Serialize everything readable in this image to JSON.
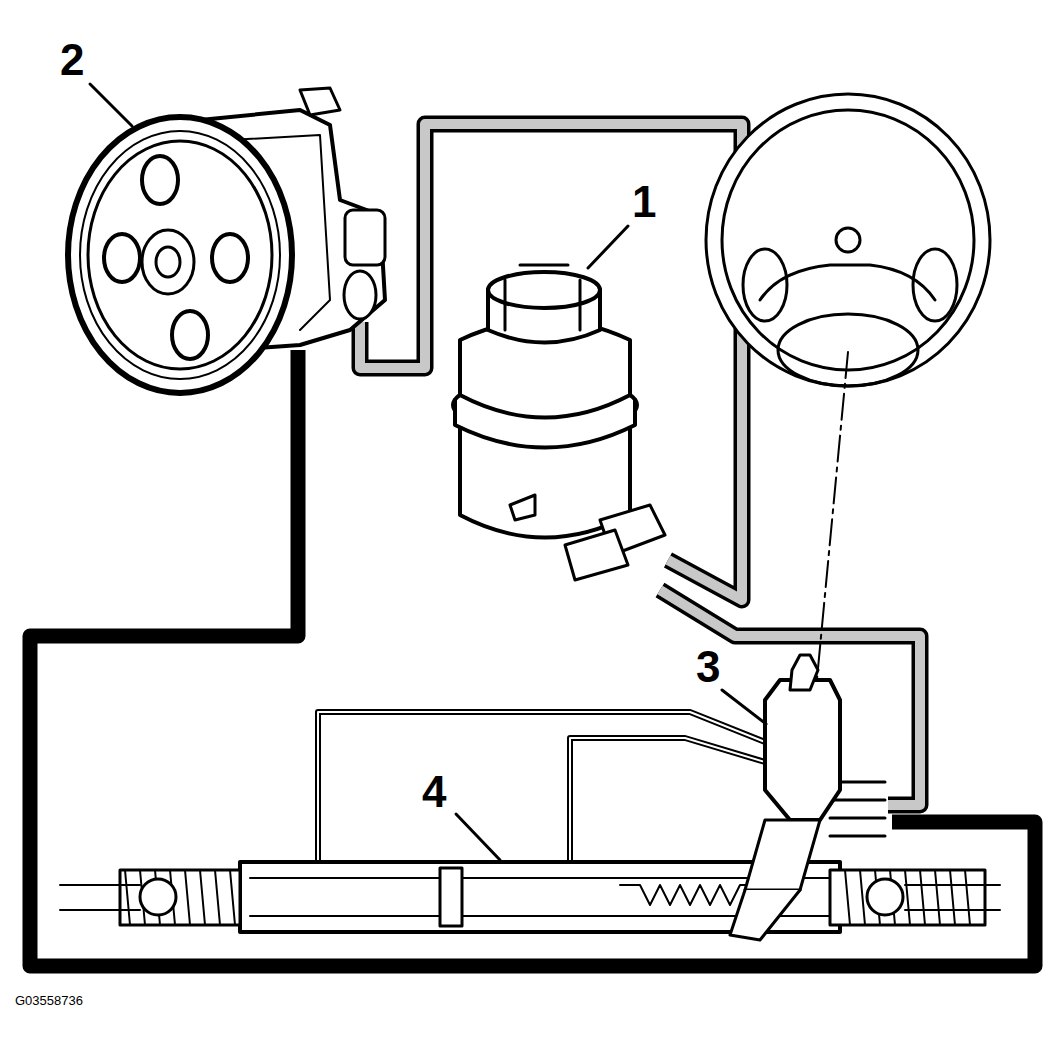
{
  "diagram": {
    "labels": [
      "2",
      "1",
      "3",
      "4",
      "G03558736"
    ]
  }
}
